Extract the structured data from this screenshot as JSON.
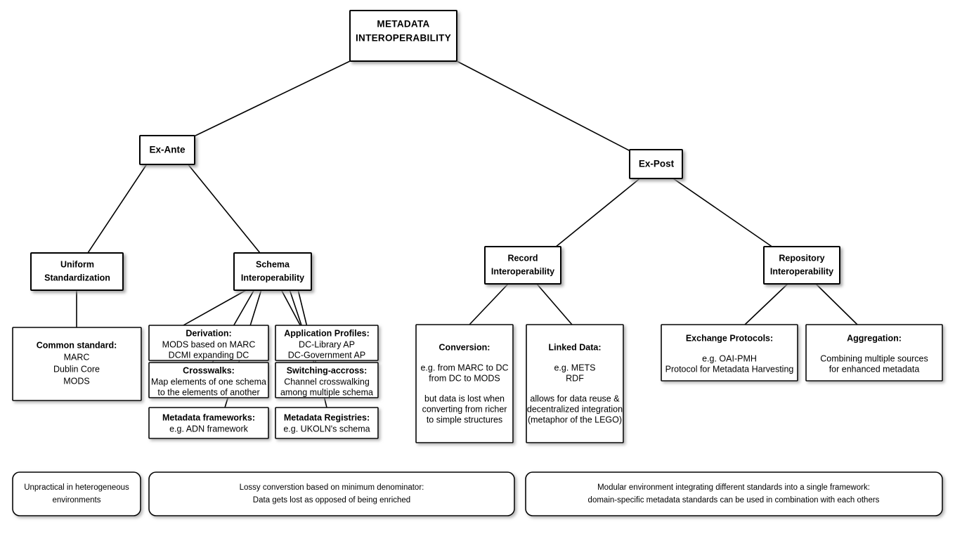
{
  "diagram": {
    "title": "METADATA INTEROPERABILITY",
    "type": "tree-diagram",
    "root": {
      "id": "root",
      "lines": [
        "METADATA",
        "INTEROPERABILITY"
      ]
    },
    "branches": [
      {
        "id": "ex-ante",
        "lines": [
          "Ex-Ante"
        ]
      },
      {
        "id": "ex-post",
        "lines": [
          "Ex-Post"
        ]
      }
    ],
    "categories": [
      {
        "id": "uniform-standardization",
        "lines": [
          "Uniform",
          "Standardization"
        ]
      },
      {
        "id": "schema-interoperability",
        "lines": [
          "Schema",
          "Interoperability"
        ]
      },
      {
        "id": "record-interoperability",
        "lines": [
          "Record",
          "Interoperability"
        ]
      },
      {
        "id": "repository-interoperability",
        "lines": [
          "Repository",
          "Interoperability"
        ]
      }
    ],
    "details": [
      {
        "id": "common-standard",
        "header": "Common standard:",
        "body": [
          "MARC",
          "Dublin Core",
          "MODS"
        ]
      },
      {
        "id": "derivation",
        "header": "Derivation:",
        "body": [
          "MODS based on MARC",
          "DCMI expanding DC"
        ]
      },
      {
        "id": "crosswalks",
        "header": "Crosswalks:",
        "body": [
          "Map elements of one schema",
          "to the elements of another"
        ]
      },
      {
        "id": "metadata-frameworks",
        "header": "Metadata frameworks:",
        "body": [
          "e.g. ADN framework"
        ]
      },
      {
        "id": "application-profiles",
        "header": "Application Profiles:",
        "body": [
          "DC-Library AP",
          "DC-Government AP"
        ]
      },
      {
        "id": "switching-accross",
        "header": "Switching-accross:",
        "body": [
          "Channel crosswalking",
          "among multiple schema"
        ]
      },
      {
        "id": "metadata-registries",
        "header": "Metadata Registries:",
        "body": [
          "e.g. UKOLN's schema"
        ]
      },
      {
        "id": "conversion",
        "header": "Conversion:",
        "body": [
          "e.g. from MARC to DC",
          "from DC to MODS",
          "",
          "but data is lost when",
          "converting from richer",
          "to simple structures"
        ]
      },
      {
        "id": "linked-data",
        "header": "Linked Data:",
        "body": [
          "e.g. METS",
          "RDF",
          "",
          "allows for data reuse &",
          "decentralized integration",
          "(metaphor of the LEGO)"
        ]
      },
      {
        "id": "exchange-protocols",
        "header": "Exchange Protocols:",
        "body": [
          "",
          "e.g. OAI-PMH",
          "Protocol for Metadata Harvesting"
        ]
      },
      {
        "id": "aggregation",
        "header": "Aggregation:",
        "body": [
          "",
          "Combining multiple sources",
          "for enhanced metadata"
        ]
      }
    ],
    "summaries": [
      {
        "id": "summary-uniform",
        "lines": [
          "Unpractical in heterogeneous",
          "environments"
        ]
      },
      {
        "id": "summary-schema-record",
        "lines": [
          "Lossy converstion based on minimum denominator:",
          "Data gets lost as opposed of being enriched"
        ]
      },
      {
        "id": "summary-repository",
        "lines": [
          "Modular environment integrating different standards into a single framework:",
          "domain-specific metadata standards can be used in combination with each others"
        ]
      }
    ],
    "colors": {
      "background": "#ffffff",
      "box_fill": "#ffffff",
      "stroke": "#000000",
      "text": "#000000",
      "shadow": "#b8b8b8"
    }
  }
}
